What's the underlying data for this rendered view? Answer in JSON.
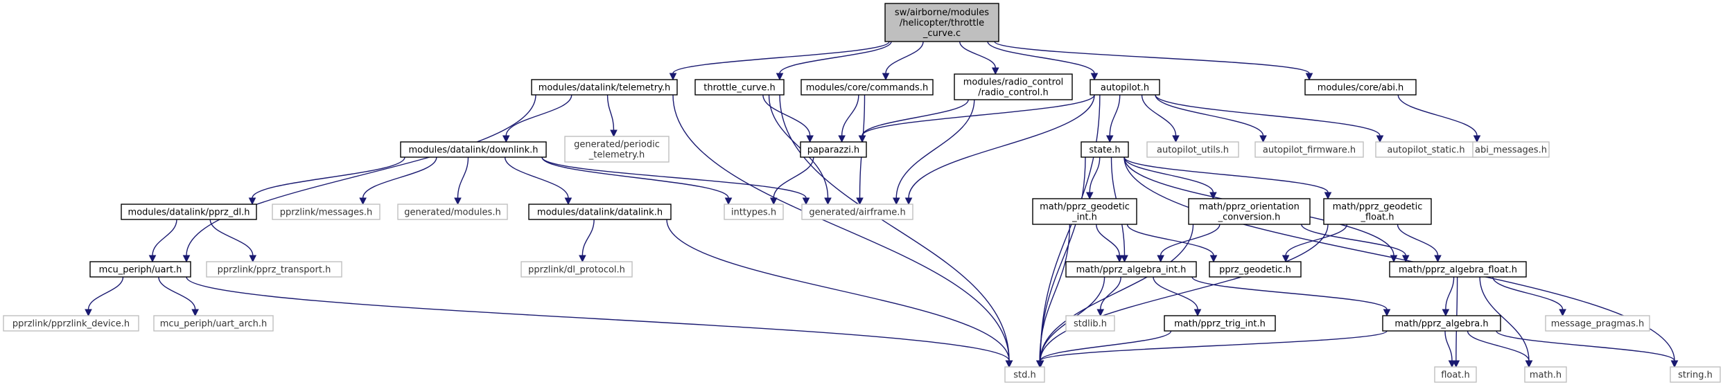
{
  "colors": {
    "edge": "#191970",
    "root_fill": "#bfbfbf",
    "doc_border": "#000000",
    "ext_border": "#bfbfbf"
  },
  "nodes": [
    {
      "id": "root",
      "lines": [
        "sw/airborne/modules",
        "/helicopter/throttle",
        "_curve.c"
      ],
      "kind": "root"
    },
    {
      "id": "telemetry",
      "lines": [
        "modules/datalink/telemetry.h"
      ],
      "kind": "doc"
    },
    {
      "id": "throttle_curve",
      "lines": [
        "throttle_curve.h"
      ],
      "kind": "doc"
    },
    {
      "id": "commands",
      "lines": [
        "modules/core/commands.h"
      ],
      "kind": "doc"
    },
    {
      "id": "radio_control",
      "lines": [
        "modules/radio_control",
        "/radio_control.h"
      ],
      "kind": "doc"
    },
    {
      "id": "autopilot",
      "lines": [
        "autopilot.h"
      ],
      "kind": "doc"
    },
    {
      "id": "abi",
      "lines": [
        "modules/core/abi.h"
      ],
      "kind": "doc"
    },
    {
      "id": "downlink",
      "lines": [
        "modules/datalink/downlink.h"
      ],
      "kind": "doc"
    },
    {
      "id": "periodic",
      "lines": [
        "generated/periodic",
        "_telemetry.h"
      ],
      "kind": "ext"
    },
    {
      "id": "paparazzi",
      "lines": [
        "paparazzi.h"
      ],
      "kind": "doc"
    },
    {
      "id": "state",
      "lines": [
        "state.h"
      ],
      "kind": "doc"
    },
    {
      "id": "autopilot_utils",
      "lines": [
        "autopilot_utils.h"
      ],
      "kind": "ext"
    },
    {
      "id": "autopilot_firmware",
      "lines": [
        "autopilot_firmware.h"
      ],
      "kind": "ext"
    },
    {
      "id": "autopilot_static",
      "lines": [
        "autopilot_static.h"
      ],
      "kind": "ext"
    },
    {
      "id": "abi_messages",
      "lines": [
        "abi_messages.h"
      ],
      "kind": "ext"
    },
    {
      "id": "pprz_dl",
      "lines": [
        "modules/datalink/pprz_dl.h"
      ],
      "kind": "doc"
    },
    {
      "id": "pprzlink_messages",
      "lines": [
        "pprzlink/messages.h"
      ],
      "kind": "ext"
    },
    {
      "id": "generated_modules",
      "lines": [
        "generated/modules.h"
      ],
      "kind": "ext"
    },
    {
      "id": "datalink",
      "lines": [
        "modules/datalink/datalink.h"
      ],
      "kind": "doc"
    },
    {
      "id": "inttypes",
      "lines": [
        "inttypes.h"
      ],
      "kind": "ext"
    },
    {
      "id": "airframe",
      "lines": [
        "generated/airframe.h"
      ],
      "kind": "ext"
    },
    {
      "id": "geodetic_int",
      "lines": [
        "math/pprz_geodetic",
        "_int.h"
      ],
      "kind": "doc"
    },
    {
      "id": "orientation",
      "lines": [
        "math/pprz_orientation",
        "_conversion.h"
      ],
      "kind": "doc"
    },
    {
      "id": "geodetic_float",
      "lines": [
        "math/pprz_geodetic",
        "_float.h"
      ],
      "kind": "doc"
    },
    {
      "id": "uart",
      "lines": [
        "mcu_periph/uart.h"
      ],
      "kind": "doc"
    },
    {
      "id": "pprz_transport",
      "lines": [
        "pprzlink/pprz_transport.h"
      ],
      "kind": "ext"
    },
    {
      "id": "dl_protocol",
      "lines": [
        "pprzlink/dl_protocol.h"
      ],
      "kind": "ext"
    },
    {
      "id": "algebra_int",
      "lines": [
        "math/pprz_algebra_int.h"
      ],
      "kind": "doc"
    },
    {
      "id": "pprz_geodetic",
      "lines": [
        "pprz_geodetic.h"
      ],
      "kind": "doc"
    },
    {
      "id": "algebra_float",
      "lines": [
        "math/pprz_algebra_float.h"
      ],
      "kind": "doc"
    },
    {
      "id": "pprzlink_device",
      "lines": [
        "pprzlink/pprzlink_device.h"
      ],
      "kind": "ext"
    },
    {
      "id": "uart_arch",
      "lines": [
        "mcu_periph/uart_arch.h"
      ],
      "kind": "ext"
    },
    {
      "id": "stdlib",
      "lines": [
        "stdlib.h"
      ],
      "kind": "ext"
    },
    {
      "id": "trig_int",
      "lines": [
        "math/pprz_trig_int.h"
      ],
      "kind": "doc"
    },
    {
      "id": "message_pragmas",
      "lines": [
        "message_pragmas.h"
      ],
      "kind": "ext"
    },
    {
      "id": "algebra",
      "lines": [
        "math/pprz_algebra.h"
      ],
      "kind": "doc"
    },
    {
      "id": "std",
      "lines": [
        "std.h"
      ],
      "kind": "ext"
    },
    {
      "id": "float",
      "lines": [
        "float.h"
      ],
      "kind": "ext"
    },
    {
      "id": "math",
      "lines": [
        "math.h"
      ],
      "kind": "ext"
    },
    {
      "id": "string",
      "lines": [
        "string.h"
      ],
      "kind": "ext"
    }
  ],
  "edges": [
    [
      "root",
      "telemetry"
    ],
    [
      "root",
      "throttle_curve"
    ],
    [
      "root",
      "commands"
    ],
    [
      "root",
      "radio_control"
    ],
    [
      "root",
      "autopilot"
    ],
    [
      "root",
      "abi"
    ],
    [
      "telemetry",
      "downlink"
    ],
    [
      "telemetry",
      "periodic"
    ],
    [
      "telemetry",
      "uart"
    ],
    [
      "telemetry",
      "std"
    ],
    [
      "throttle_curve",
      "paparazzi"
    ],
    [
      "throttle_curve",
      "airframe"
    ],
    [
      "throttle_curve",
      "std"
    ],
    [
      "commands",
      "paparazzi"
    ],
    [
      "commands",
      "airframe"
    ],
    [
      "radio_control",
      "paparazzi"
    ],
    [
      "radio_control",
      "airframe"
    ],
    [
      "autopilot",
      "paparazzi"
    ],
    [
      "autopilot",
      "airframe"
    ],
    [
      "autopilot",
      "state"
    ],
    [
      "autopilot",
      "autopilot_utils"
    ],
    [
      "autopilot",
      "autopilot_firmware"
    ],
    [
      "autopilot",
      "autopilot_static"
    ],
    [
      "autopilot",
      "std"
    ],
    [
      "abi",
      "abi_messages"
    ],
    [
      "paparazzi",
      "inttypes"
    ],
    [
      "downlink",
      "pprz_dl"
    ],
    [
      "downlink",
      "pprzlink_messages"
    ],
    [
      "downlink",
      "generated_modules"
    ],
    [
      "downlink",
      "datalink"
    ],
    [
      "downlink",
      "inttypes"
    ],
    [
      "downlink",
      "airframe"
    ],
    [
      "pprz_dl",
      "uart"
    ],
    [
      "pprz_dl",
      "pprz_transport"
    ],
    [
      "datalink",
      "dl_protocol"
    ],
    [
      "datalink",
      "std"
    ],
    [
      "uart",
      "pprzlink_device"
    ],
    [
      "uart",
      "uart_arch"
    ],
    [
      "uart",
      "std"
    ],
    [
      "state",
      "geodetic_int"
    ],
    [
      "state",
      "orientation"
    ],
    [
      "state",
      "geodetic_float"
    ],
    [
      "state",
      "algebra_int"
    ],
    [
      "state",
      "algebra_float"
    ],
    [
      "state",
      "std"
    ],
    [
      "state",
      "string"
    ],
    [
      "geodetic_int",
      "algebra_int"
    ],
    [
      "geodetic_int",
      "pprz_geodetic"
    ],
    [
      "geodetic_int",
      "std"
    ],
    [
      "orientation",
      "algebra_int"
    ],
    [
      "orientation",
      "algebra_float"
    ],
    [
      "orientation",
      "std"
    ],
    [
      "geodetic_float",
      "pprz_geodetic"
    ],
    [
      "geodetic_float",
      "algebra_float"
    ],
    [
      "geodetic_float",
      "std"
    ],
    [
      "algebra_int",
      "stdlib"
    ],
    [
      "algebra_int",
      "std"
    ],
    [
      "algebra_int",
      "trig_int"
    ],
    [
      "algebra_int",
      "algebra"
    ],
    [
      "trig_int",
      "std"
    ],
    [
      "algebra_float",
      "algebra"
    ],
    [
      "algebra_float",
      "message_pragmas"
    ],
    [
      "algebra_float",
      "float"
    ],
    [
      "algebra_float",
      "math"
    ],
    [
      "algebra",
      "std"
    ],
    [
      "algebra",
      "float"
    ],
    [
      "algebra",
      "math"
    ],
    [
      "algebra",
      "string"
    ]
  ]
}
